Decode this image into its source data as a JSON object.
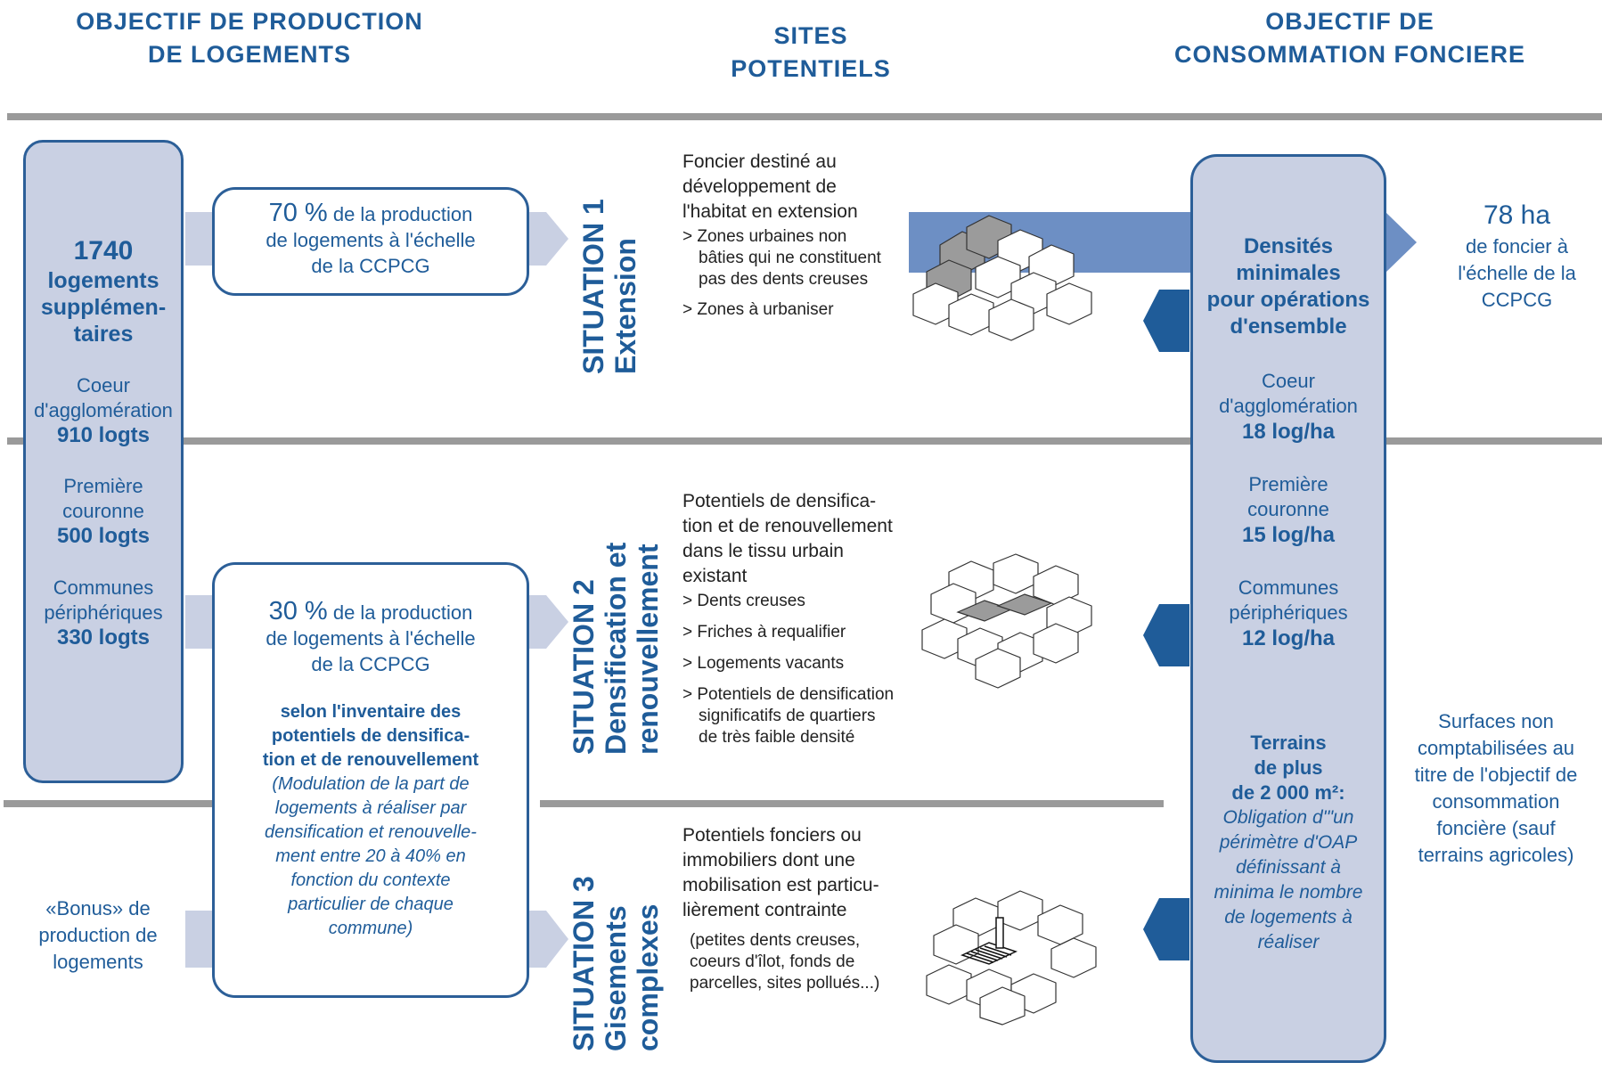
{
  "headers": {
    "left": [
      "OBJECTIF DE PRODUCTION",
      "DE LOGEMENTS"
    ],
    "center": [
      "SITES",
      "POTENTIELS"
    ],
    "right": [
      "OBJECTIF DE",
      "CONSOMMATION FONCIERE"
    ]
  },
  "left_panel": {
    "total": "1740",
    "total_label": [
      "logements",
      "supplémen-",
      "taires"
    ],
    "groups": [
      {
        "label": [
          "Coeur",
          "d'agglomération"
        ],
        "value": "910 logts"
      },
      {
        "label": [
          "Première",
          "couronne"
        ],
        "value": "500 logts"
      },
      {
        "label": [
          "Communes",
          "périphériques"
        ],
        "value": "330 logts"
      }
    ]
  },
  "box1": {
    "pct": "70 %",
    "lines": [
      "de la production",
      "de logements à l'échelle",
      "de la CCPCG"
    ]
  },
  "box2": {
    "pct": "30 %",
    "lines": [
      "de la production",
      "de logements à l'échelle",
      "de la CCPCG"
    ],
    "bold_lines": [
      "selon l'inventaire des",
      "potentiels de densifica-",
      "tion et de renouvellement"
    ],
    "italic_lines": [
      "(Modulation de la part de",
      "logements à réaliser par",
      "densification et renouvelle-",
      "ment entre 20 à 40% en",
      "fonction du contexte",
      "particulier de chaque",
      "commune)"
    ]
  },
  "bonus": [
    "«Bonus» de",
    "production de",
    "logements"
  ],
  "situations": [
    {
      "title": "SITUATION 1",
      "subtitle": [
        "Extension"
      ],
      "desc": [
        "Foncier destiné au",
        "développement de",
        "l'habitat en extension"
      ],
      "items": [
        [
          "> Zones urbaines non",
          "bâties qui ne constituent",
          "pas des dents creuses"
        ],
        [
          "> Zones à urbaniser"
        ]
      ]
    },
    {
      "title": "SITUATION 2",
      "subtitle": [
        "Densification et",
        "renouvellement"
      ],
      "desc": [
        "Potentiels de densifica-",
        "tion et de renouvellement",
        "dans le tissu urbain",
        "existant"
      ],
      "items": [
        [
          "> Dents creuses"
        ],
        [
          "> Friches à requalifier"
        ],
        [
          "> Logements vacants"
        ],
        [
          "> Potentiels de densification",
          "significatifs de quartiers",
          "de très faible densité"
        ]
      ]
    },
    {
      "title": "SITUATION 3",
      "subtitle": [
        "Gisements",
        "complexes"
      ],
      "desc": [
        "Potentiels fonciers ou",
        "immobiliers dont une",
        "mobilisation est particu-",
        "lièrement contrainte"
      ],
      "items": [
        [
          "(petites dents creuses,",
          "coeurs d'îlot, fonds de",
          "parcelles, sites pollués...)"
        ]
      ]
    }
  ],
  "right_panel": {
    "title": [
      "Densités",
      "minimales",
      "pour opérations",
      "d'ensemble"
    ],
    "groups": [
      {
        "label": [
          "Coeur",
          "d'agglomération"
        ],
        "value": "18 log/ha"
      },
      {
        "label": [
          "Première",
          "couronne"
        ],
        "value": "15 log/ha"
      },
      {
        "label": [
          "Communes",
          "périphériques"
        ],
        "value": "12 log/ha"
      }
    ],
    "terrains_bold": [
      "Terrains",
      "de plus",
      "de 2 000 m²:"
    ],
    "terrains_italic": [
      "Obligation d'\"un",
      "périmètre d'OAP",
      "définissant à",
      "minima le nombre",
      "de logements à",
      "réaliser"
    ]
  },
  "result": {
    "value": "78 ha",
    "lines": [
      "de foncier à",
      "l'échelle de la",
      "CCPCG"
    ]
  },
  "surfaces": [
    "Surfaces non",
    "comptabilisées au",
    "titre de l'objectif de",
    "consommation",
    "foncière (sauf",
    "terrains agricoles)"
  ],
  "colors": {
    "primary": "#1f5c99",
    "panel": "#c9d0e3",
    "arrow": "#6d8fc4",
    "rule": "#9a9a9a"
  }
}
